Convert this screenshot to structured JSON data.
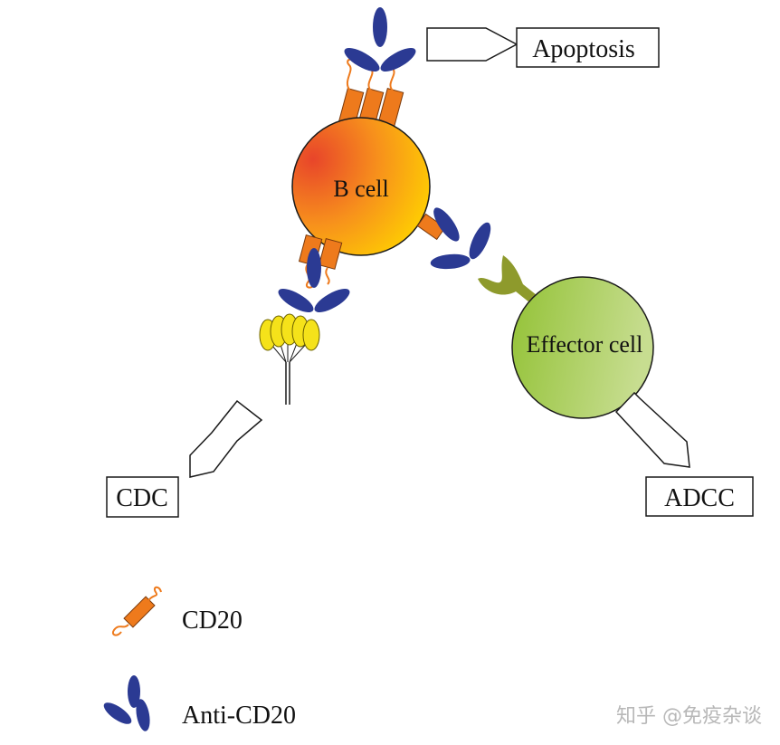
{
  "labels": {
    "b_cell": "B cell",
    "effector_cell": "Effector cell",
    "apoptosis": "Apoptosis",
    "cdc": "CDC",
    "adcc": "ADCC"
  },
  "legend": {
    "cd20": "CD20",
    "anti_cd20": "Anti-CD20"
  },
  "watermark": "知乎 @免疫杂谈",
  "colors": {
    "b_cell_inner": "#e8452a",
    "b_cell_outer": "#ffd200",
    "cd20_fill": "#ee7a1c",
    "antibody": "#2b3a93",
    "effector_light": "#c2dd84",
    "effector_dark": "#93c236",
    "receptor": "#8e9a2c",
    "complement": "#f5e21a"
  }
}
